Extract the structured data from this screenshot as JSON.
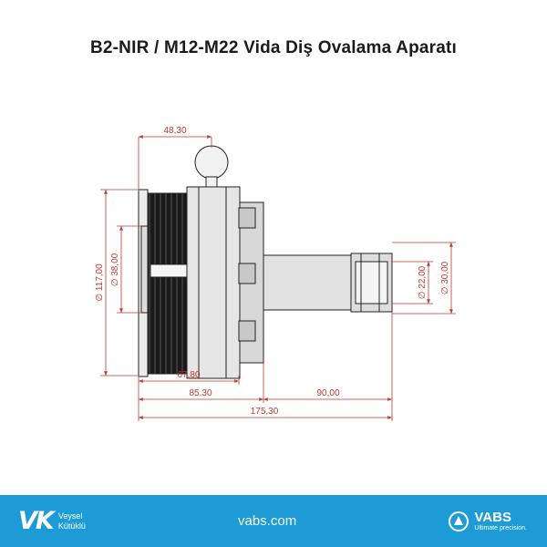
{
  "title": "B2-NIR / M12-M22 Vida Diş Ovalama Aparatı",
  "dimensions": {
    "top_width": "48,30",
    "outer_dia": "∅ 117,00",
    "inner_dia": "∅ 38,00",
    "shaft_inner_dia": "∅ 22,00",
    "shaft_outer_dia": "∅ 30,00",
    "head_len": "67,80",
    "body_len": "85,30",
    "shaft_len": "90,00",
    "total_len": "175,30"
  },
  "footer": {
    "background": "#1c9bd6",
    "brand_mark": "VK",
    "brand_line1": "Veysel",
    "brand_line2": "Kütüklü",
    "website": "vabs.com",
    "vabs_name": "VABS",
    "vabs_tagline": "Ultimate precision."
  },
  "colors": {
    "dimension": "#c0392b"
  }
}
